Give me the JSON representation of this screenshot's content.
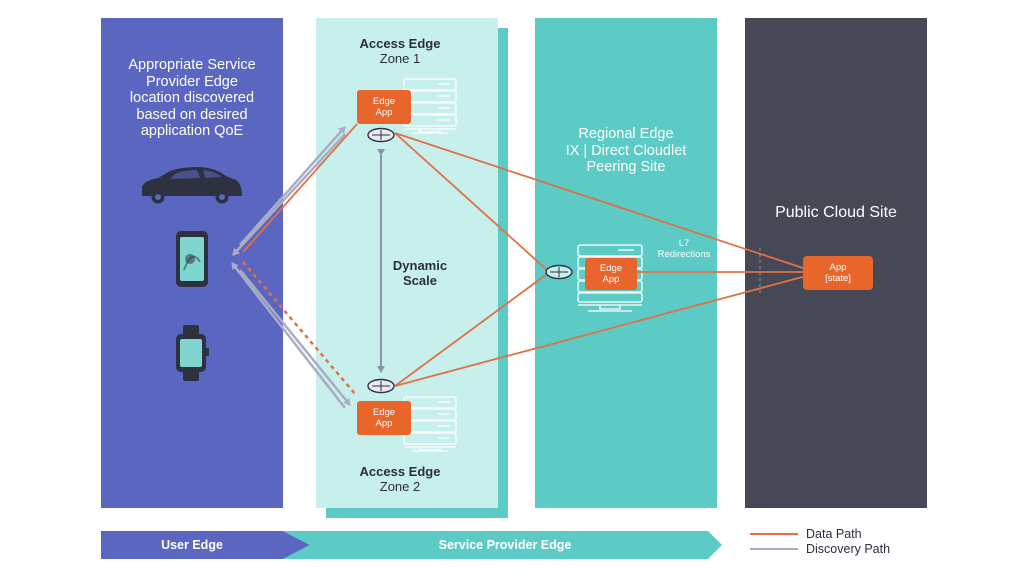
{
  "user_edge": {
    "title_lines": [
      "Appropriate Service",
      "Provider Edge",
      "location discovered",
      "based on desired",
      "application QoE"
    ],
    "devices": [
      "car-icon",
      "smartphone-icon",
      "smartwatch-icon"
    ]
  },
  "access_edge_zone1": {
    "title": "Access Edge",
    "subtitle": "Zone 1",
    "app_lines": [
      "Edge",
      "App"
    ]
  },
  "dynamic_scale": [
    "Dynamic",
    "Scale"
  ],
  "access_edge_zone2": {
    "title": "Access Edge",
    "subtitle": "Zone 2",
    "app_lines": [
      "Edge",
      "App"
    ]
  },
  "regional_edge": {
    "title_lines": [
      "Regional Edge",
      "IX | Direct Cloudlet",
      "Peering Site"
    ],
    "app_lines": [
      "Edge",
      "App"
    ],
    "redirect_lines": [
      "L7",
      "Redirections"
    ]
  },
  "public_cloud": {
    "title": "Public Cloud Site",
    "app_lines": [
      "App",
      "[state]"
    ]
  },
  "banner": {
    "user_edge_label": "User Edge",
    "service_provider_label": "Service Provider Edge"
  },
  "legend": {
    "data_path": "Data Path",
    "discovery_path": "Discovery Path"
  },
  "colors": {
    "user_edge": "#5b66c0",
    "access_edge": "#c7efec",
    "regional_edge": "#5ccbc6",
    "public_cloud": "#464855",
    "data_path": "#e07045",
    "discovery_path": "#a9adc4",
    "edge_app": "#e8652c"
  }
}
